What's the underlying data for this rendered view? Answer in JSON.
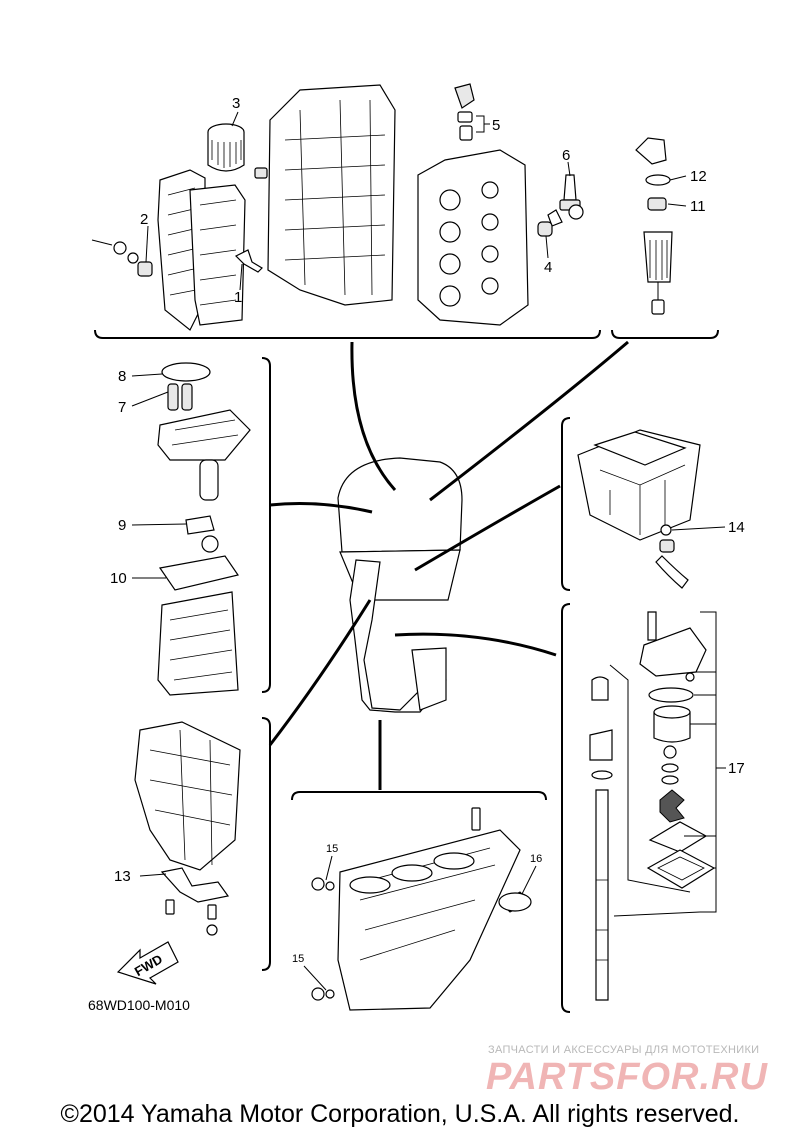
{
  "diagram": {
    "callouts": [
      "1",
      "2",
      "3",
      "4",
      "5",
      "6",
      "7",
      "8",
      "9",
      "10",
      "11",
      "12",
      "13",
      "14",
      "15",
      "15",
      "16",
      "17"
    ],
    "code": "68WD100-M010",
    "arrow_label": "FWD"
  },
  "watermark": {
    "tagline": "ЗАПЧАСТИ И АКСЕССУАРЫ ДЛЯ МОТОТЕХНИКИ",
    "logo": "PARTSFOR.RU"
  },
  "footer": {
    "copyright": "©2014 Yamaha Motor Corporation, U.S.A. All rights reserved."
  }
}
